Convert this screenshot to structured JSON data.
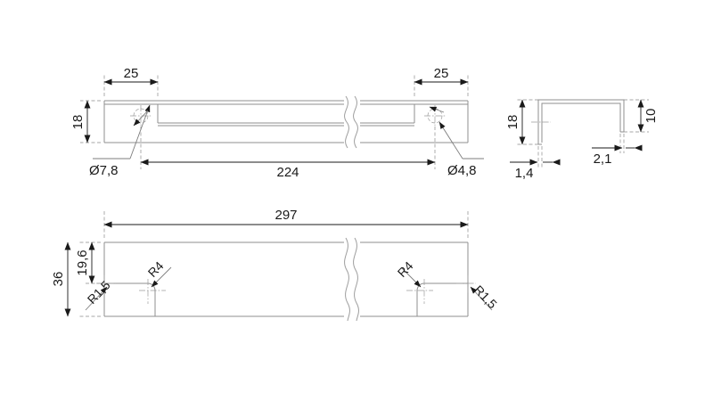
{
  "drawing": {
    "title": "Technical dimension drawing of a cabinet handle profile",
    "units": "mm",
    "line_color": "#8a8a8a",
    "dim_color": "#1a1a1a",
    "background": "#ffffff"
  },
  "views": {
    "front": {
      "name": "front-elevation-view",
      "break_line": "break-line-zigzag"
    },
    "section": {
      "name": "cross-section-view"
    },
    "bottom": {
      "name": "bottom-plan-view",
      "break_line": "break-line-zigzag"
    }
  },
  "dimensions": {
    "front_left_25": "25",
    "front_right_25": "25",
    "front_height_18": "18",
    "front_center_224": "224",
    "hole_left": "Ø7,8",
    "hole_right": "Ø4,8",
    "section_height_18": "18",
    "section_flange_10": "10",
    "section_thickness_2_1": "2,1",
    "section_thickness_1_4": "1,4",
    "bottom_length_297": "297",
    "bottom_width_36": "36",
    "bottom_width_19_6": "19,6",
    "radius_left_small": "R1,5",
    "radius_left_large": "R4",
    "radius_right_large": "R4",
    "radius_right_small": "R1,5"
  }
}
